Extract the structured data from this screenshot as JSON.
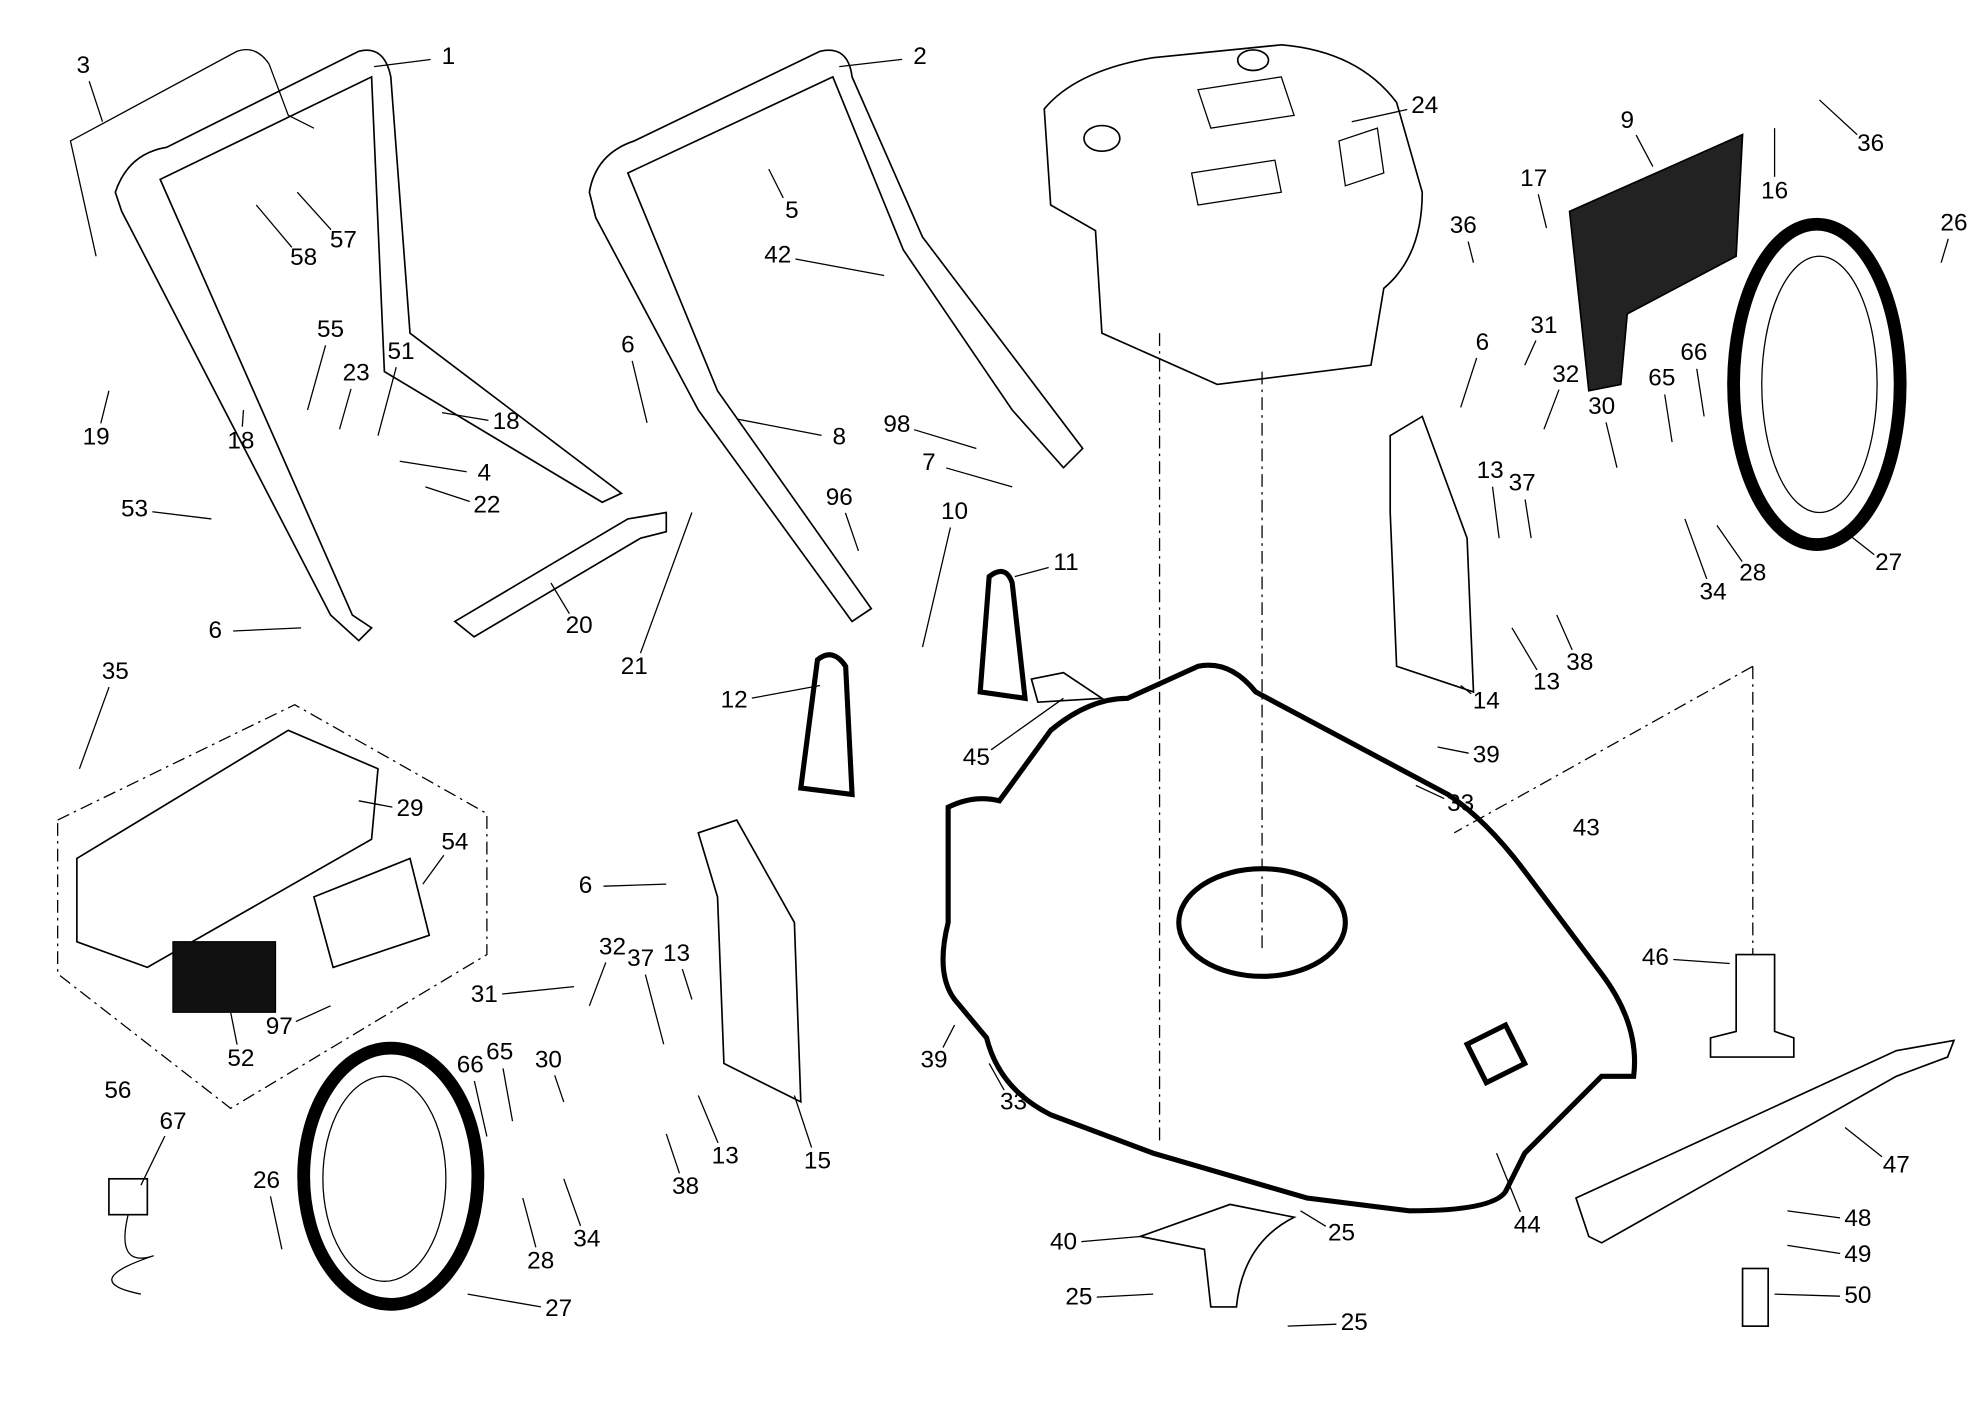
{
  "diagram": {
    "type": "exploded-parts-diagram",
    "part_labels": [
      "1",
      "2",
      "3",
      "24",
      "9",
      "36",
      "16",
      "17",
      "36",
      "26",
      "5",
      "42",
      "57",
      "58",
      "55",
      "23",
      "51",
      "18",
      "18",
      "19",
      "4",
      "22",
      "53",
      "6",
      "8",
      "98",
      "7",
      "96",
      "10",
      "11",
      "6",
      "31",
      "32",
      "30",
      "65",
      "66",
      "13",
      "37",
      "13",
      "38",
      "14",
      "34",
      "28",
      "27",
      "39",
      "33",
      "43",
      "46",
      "47",
      "48",
      "49",
      "50",
      "44",
      "25",
      "25",
      "25",
      "40",
      "45",
      "12",
      "20",
      "21",
      "6",
      "35",
      "29",
      "54",
      "56",
      "52",
      "97",
      "67",
      "26",
      "28",
      "34",
      "27",
      "66",
      "65",
      "30",
      "31",
      "32",
      "37",
      "13",
      "38",
      "13",
      "15",
      "39",
      "33",
      "6"
    ]
  }
}
